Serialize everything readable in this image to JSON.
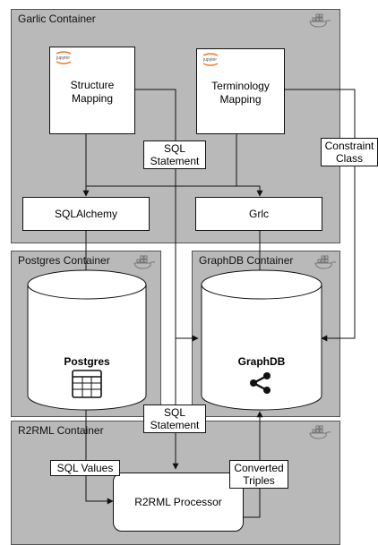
{
  "containers": {
    "garlic": "Garlic Container",
    "postgres": "Postgres Container",
    "graphdb": "GraphDB Container",
    "r2rml": "R2RML Container"
  },
  "components": {
    "structure_mapping": "Structure Mapping",
    "terminology_mapping": "Terminology Mapping",
    "sqlalchemy": "SQLAlchemy",
    "grlc": "Grlc",
    "postgres_db": "Postgres",
    "graphdb_db": "GraphDB",
    "r2rml_processor": "R2RML Processor"
  },
  "flow_labels": {
    "sql_statement_top": "SQL Statement",
    "constraint_class": "Constraint Class",
    "sql_statement_bottom": "SQL Statement",
    "sql_values": "SQL Values",
    "converted_triples": "Converted Triples"
  },
  "icons": {
    "notebook": "jupyter-icon",
    "container": "docker-whale-icon",
    "table": "table-icon",
    "graph": "graph-share-icon"
  },
  "colors": {
    "container_fill": "#b9b9b9",
    "box_fill": "#ffffff",
    "line": "#111111",
    "jupyter_orange": "#f37726"
  }
}
